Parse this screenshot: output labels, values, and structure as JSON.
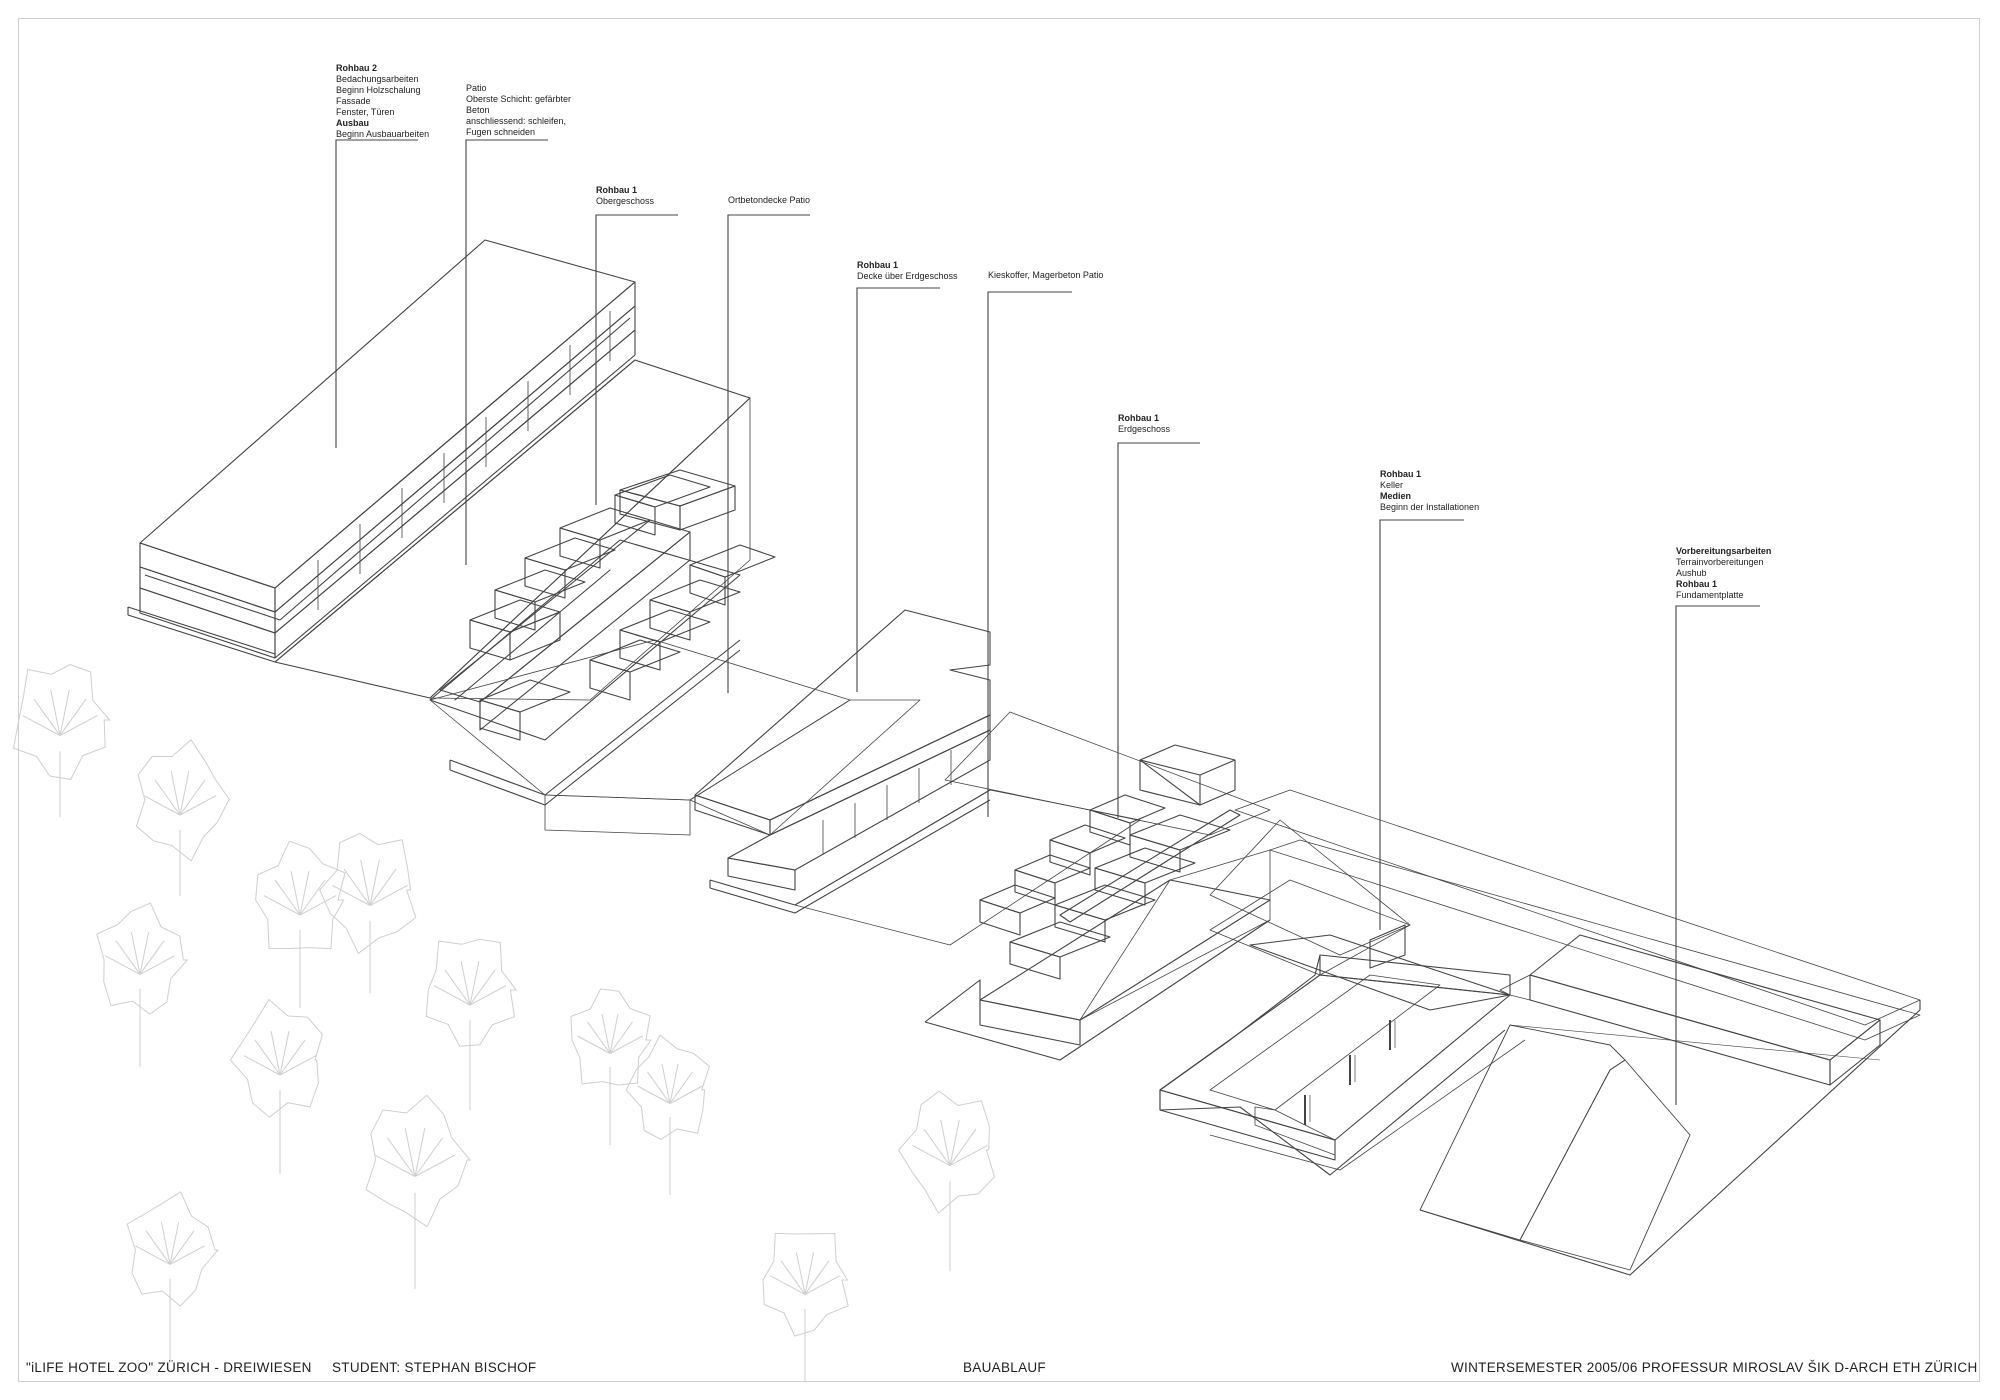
{
  "annotations": [
    {
      "id": "rohbau2",
      "lines": [
        {
          "t": "Rohbau 2",
          "b": true
        },
        {
          "t": "Bedachungsarbeiten",
          "b": false
        },
        {
          "t": "Beginn Holzschalung",
          "b": false
        },
        {
          "t": "Fassade",
          "b": false
        },
        {
          "t": "Fenster, Türen",
          "b": false
        },
        {
          "t": "Ausbau",
          "b": true
        },
        {
          "t": "Beginn Ausbauarbeiten",
          "b": false
        }
      ]
    },
    {
      "id": "patio",
      "lines": [
        {
          "t": "Patio",
          "b": false
        },
        {
          "t": "Oberste Schicht: gefärbter",
          "b": false
        },
        {
          "t": "Beton",
          "b": false
        },
        {
          "t": "anschliessend: schleifen,",
          "b": false
        },
        {
          "t": "Fugen schneiden",
          "b": false
        }
      ]
    },
    {
      "id": "obergeschoss",
      "lines": [
        {
          "t": "Rohbau 1",
          "b": true
        },
        {
          "t": "Obergeschoss",
          "b": false
        }
      ]
    },
    {
      "id": "ortbeton",
      "lines": [
        {
          "t": "Ortbetondecke Patio",
          "b": false
        }
      ]
    },
    {
      "id": "decke",
      "lines": [
        {
          "t": "Rohbau 1",
          "b": true
        },
        {
          "t": "Decke über Erdgeschoss",
          "b": false
        }
      ]
    },
    {
      "id": "kieskoffer",
      "lines": [
        {
          "t": "Kieskoffer, Magerbeton Patio",
          "b": false
        }
      ]
    },
    {
      "id": "erdgeschoss",
      "lines": [
        {
          "t": "Rohbau 1",
          "b": true
        },
        {
          "t": "Erdgeschoss",
          "b": false
        }
      ]
    },
    {
      "id": "keller",
      "lines": [
        {
          "t": "Rohbau 1",
          "b": true
        },
        {
          "t": "Keller",
          "b": false
        },
        {
          "t": "Medien",
          "b": true
        },
        {
          "t": "Beginn der Installationen",
          "b": false
        }
      ]
    },
    {
      "id": "vorbereitung",
      "lines": [
        {
          "t": "Vorbereitungsarbeiten",
          "b": true
        },
        {
          "t": "Terrainvorbereitungen",
          "b": false
        },
        {
          "t": "Aushub",
          "b": false
        },
        {
          "t": "Rohbau 1",
          "b": true
        },
        {
          "t": "Fundamentplatte",
          "b": false
        }
      ]
    }
  ],
  "footer": {
    "project": "\"iLIFE HOTEL ZOO\"   ZÜRICH - DREIWIESEN",
    "student": "STUDENT:  STEPHAN BISCHOF",
    "title": "BAUABLAUF",
    "semester": "WINTERSEMESTER 2005/06   PROFESSUR MIROSLAV ŠIK   D-ARCH ETH ZÜRICH"
  },
  "colors": {
    "line": "#444444",
    "tree": "#cfcfcf",
    "frame": "#cfcfcf"
  }
}
